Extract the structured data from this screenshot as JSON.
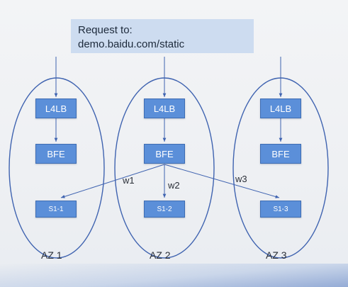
{
  "request": {
    "line1": "Request to:",
    "line2": "demo.baidu.com/static"
  },
  "zones": [
    {
      "label": "AZ 1",
      "lb": "L4LB",
      "bfe": "BFE",
      "server": "S1-1"
    },
    {
      "label": "AZ 2",
      "lb": "L4LB",
      "bfe": "BFE",
      "server": "S1-2"
    },
    {
      "label": "AZ 3",
      "lb": "L4LB",
      "bfe": "BFE",
      "server": "S1-3"
    }
  ],
  "weights": [
    "w1",
    "w2",
    "w3"
  ],
  "colors": {
    "node_fill": "#5b8fd9",
    "line": "#3f63b0",
    "request_bg": "#cddcf0"
  }
}
